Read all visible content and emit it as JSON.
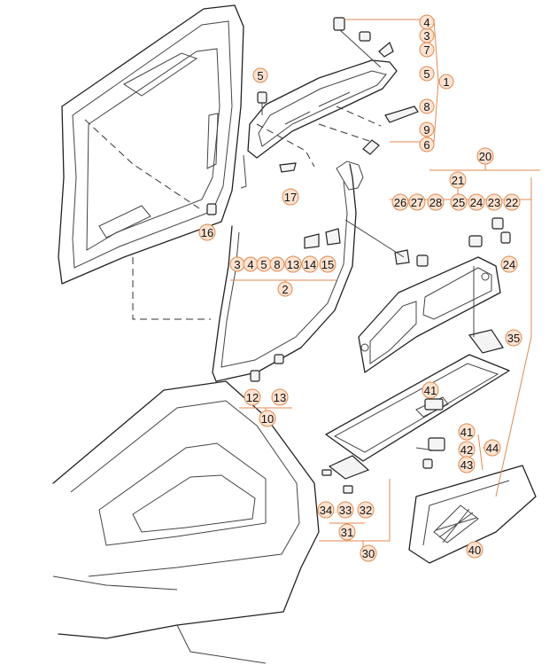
{
  "callouts": [
    {
      "id": "c1",
      "text": "1"
    },
    {
      "id": "c2",
      "text": "2"
    },
    {
      "id": "c3",
      "text": "3"
    },
    {
      "id": "c4",
      "text": "4"
    },
    {
      "id": "c5a",
      "text": "5"
    },
    {
      "id": "c5b",
      "text": "5"
    },
    {
      "id": "c6",
      "text": "6"
    },
    {
      "id": "c7",
      "text": "7"
    },
    {
      "id": "c8",
      "text": "8"
    },
    {
      "id": "c9",
      "text": "9"
    },
    {
      "id": "c10",
      "text": "10"
    },
    {
      "id": "c12",
      "text": "12"
    },
    {
      "id": "c13",
      "text": "13"
    },
    {
      "id": "c14",
      "text": "14"
    },
    {
      "id": "c15",
      "text": "15"
    },
    {
      "id": "c16",
      "text": "16"
    },
    {
      "id": "c17",
      "text": "17"
    },
    {
      "id": "c20",
      "text": "20"
    },
    {
      "id": "c21",
      "text": "21"
    },
    {
      "id": "c22",
      "text": "22"
    },
    {
      "id": "c23",
      "text": "23"
    },
    {
      "id": "c24a",
      "text": "24"
    },
    {
      "id": "c24b",
      "text": "24"
    },
    {
      "id": "c25",
      "text": "25"
    },
    {
      "id": "c26",
      "text": "26"
    },
    {
      "id": "c27",
      "text": "27"
    },
    {
      "id": "c28",
      "text": "28"
    },
    {
      "id": "c30",
      "text": "30"
    },
    {
      "id": "c31",
      "text": "31"
    },
    {
      "id": "c32",
      "text": "32"
    },
    {
      "id": "c33",
      "text": "33"
    },
    {
      "id": "c34",
      "text": "34"
    },
    {
      "id": "c35",
      "text": "35"
    },
    {
      "id": "c40",
      "text": "40"
    },
    {
      "id": "c41a",
      "text": "41"
    },
    {
      "id": "c41b",
      "text": "41"
    },
    {
      "id": "c42",
      "text": "42"
    },
    {
      "id": "c43",
      "text": "43"
    },
    {
      "id": "c44",
      "text": "44"
    },
    {
      "id": "g2_3",
      "text": "3"
    },
    {
      "id": "g2_4",
      "text": "4"
    },
    {
      "id": "g2_5",
      "text": "5"
    },
    {
      "id": "g2_8",
      "text": "8"
    },
    {
      "id": "g2_13",
      "text": "13"
    }
  ],
  "colors": {
    "callout_fill": "#fde3d2",
    "callout_stroke": "#e08a50",
    "line": "#222222"
  }
}
